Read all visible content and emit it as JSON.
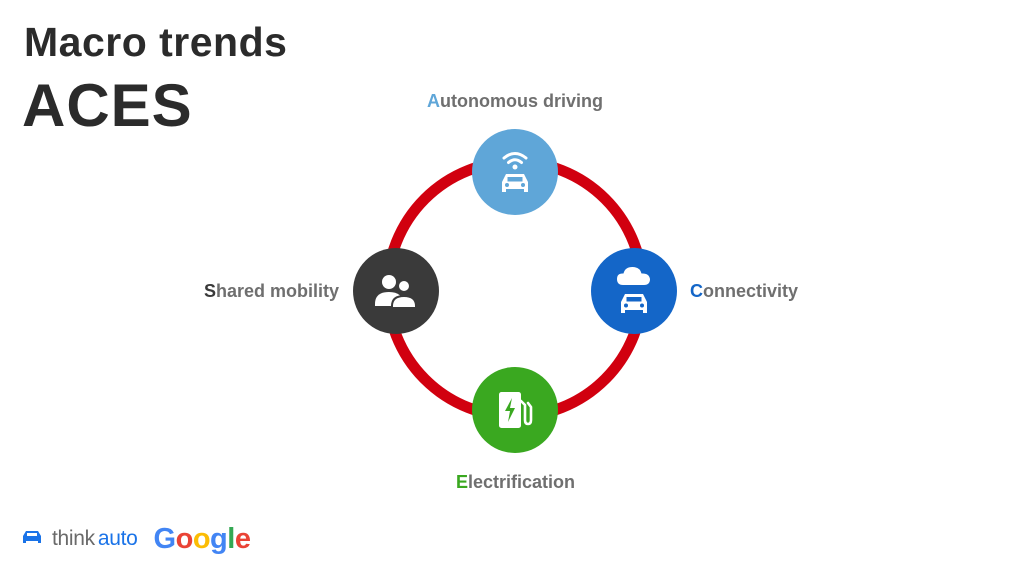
{
  "slide": {
    "title": "Macro trends",
    "subtitle": "ACES"
  },
  "diagram": {
    "ring_color": "#d1000f",
    "nodes": [
      {
        "id": "autonomous",
        "initial": "A",
        "rest": "utonomous driving",
        "color": "#5fa6d8",
        "icon": "autonomous-car-wifi-icon"
      },
      {
        "id": "connectivity",
        "initial": "C",
        "rest": "onnectivity",
        "color": "#1466c8",
        "icon": "cloud-car-icon"
      },
      {
        "id": "electrification",
        "initial": "E",
        "rest": "lectrification",
        "color": "#3aa820",
        "icon": "charging-station-icon"
      },
      {
        "id": "shared",
        "initial": "S",
        "rest": "hared mobility",
        "color": "#3a3a3a",
        "icon": "people-icon"
      }
    ]
  },
  "footer": {
    "think": "think",
    "auto": "auto",
    "google_letters": [
      {
        "ch": "G",
        "color": "#4285f4"
      },
      {
        "ch": "o",
        "color": "#ea4335"
      },
      {
        "ch": "o",
        "color": "#fbbc05"
      },
      {
        "ch": "g",
        "color": "#4285f4"
      },
      {
        "ch": "l",
        "color": "#34a853"
      },
      {
        "ch": "e",
        "color": "#ea4335"
      }
    ]
  }
}
